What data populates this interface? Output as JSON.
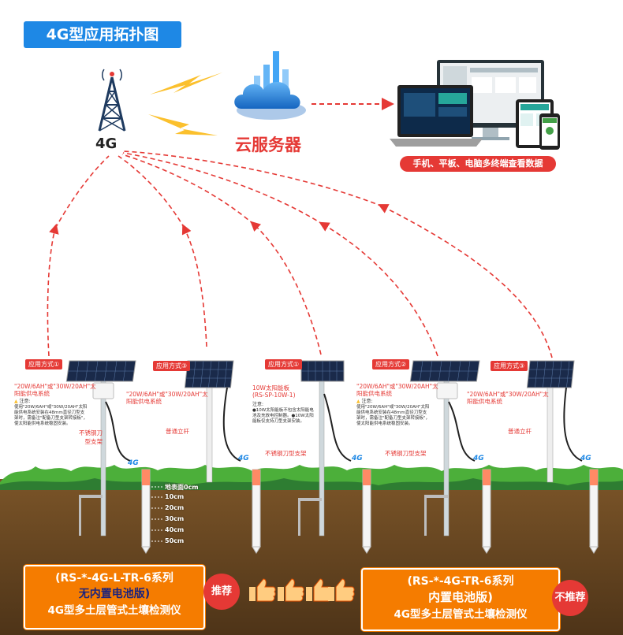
{
  "title": "4G型应用拓扑图",
  "tower": {
    "label": "4G",
    "icon": "cell-tower-icon"
  },
  "cloud": {
    "label": "云服务器",
    "icon": "cloud-server-icon"
  },
  "devices": {
    "caption": "手机、平板、电脑多终端查看数据",
    "icon": "multi-device-icon"
  },
  "stations": [
    {
      "tag": "应用方式①",
      "panel_note": "\"20W/6AH\"或\"30W/20AH\"太阳能供电系统",
      "caution_title": "注意:",
      "caution_text": "使用\"20W/6AH\"或\"30W/20AH\"太阳能供电系统安装在48mm直径刀型支架时，需备注\"配备刀型支架转接板\"，使太阳能供电系统稳固安装。",
      "pole_label": "不锈钢刀型支架",
      "badge": "4G"
    },
    {
      "tag": "应用方式③",
      "panel_note": "\"20W/6AH\"或\"30W/20AH\"太阳能供电系统",
      "pole_label": "普通立杆",
      "badge": "4G"
    },
    {
      "tag": "应用方式①",
      "panel_note": "10W太阳能板(RS-SP-10W-1)",
      "caution_title": "注意:",
      "caution_text": "●10W太阳能板不包含太阳能电池及充放电控制器。●10W太阳能板仅支持刀型支架安装。",
      "pole_label": "不锈钢刀型支架",
      "badge": "4G"
    },
    {
      "tag": "应用方式②",
      "panel_note": "\"20W/6AH\"或\"30W/20AH\"太阳能供电系统",
      "caution_title": "注意:",
      "caution_text": "使用\"20W/6AH\"或\"30W/20AH\"太阳能供电系统安装在48mm直径刀型支架时，需备注\"配备刀型支架转接板\"，使太阳能供电系统稳固安装。",
      "pole_label": "不锈钢刀型支架",
      "badge": "4G"
    },
    {
      "tag": "应用方式③",
      "panel_note": "\"20W/6AH\"或\"30W/20AH\"太阳能供电系统",
      "pole_label": "普通立杆",
      "badge": "4G"
    }
  ],
  "depths": [
    "地表面0cm",
    "10cm",
    "20cm",
    "30cm",
    "40cm",
    "50cm"
  ],
  "products": {
    "left": {
      "line1": "(RS-*-4G-L-TR-6系列",
      "line2": "无内置电池版)",
      "line3": "4G型多土层管式土壤检测仪",
      "badge": "推荐"
    },
    "right": {
      "line1": "(RS-*-4G-TR-6系列",
      "line2": "内置电池版)",
      "line3": "4G型多土层管式土壤检测仪",
      "badge": "不推荐"
    }
  },
  "colors": {
    "accent_blue": "#1e88e5",
    "red": "#e53935",
    "orange": "#f57c00",
    "soil": "#6b4a22",
    "grass": "#4caf3a"
  }
}
